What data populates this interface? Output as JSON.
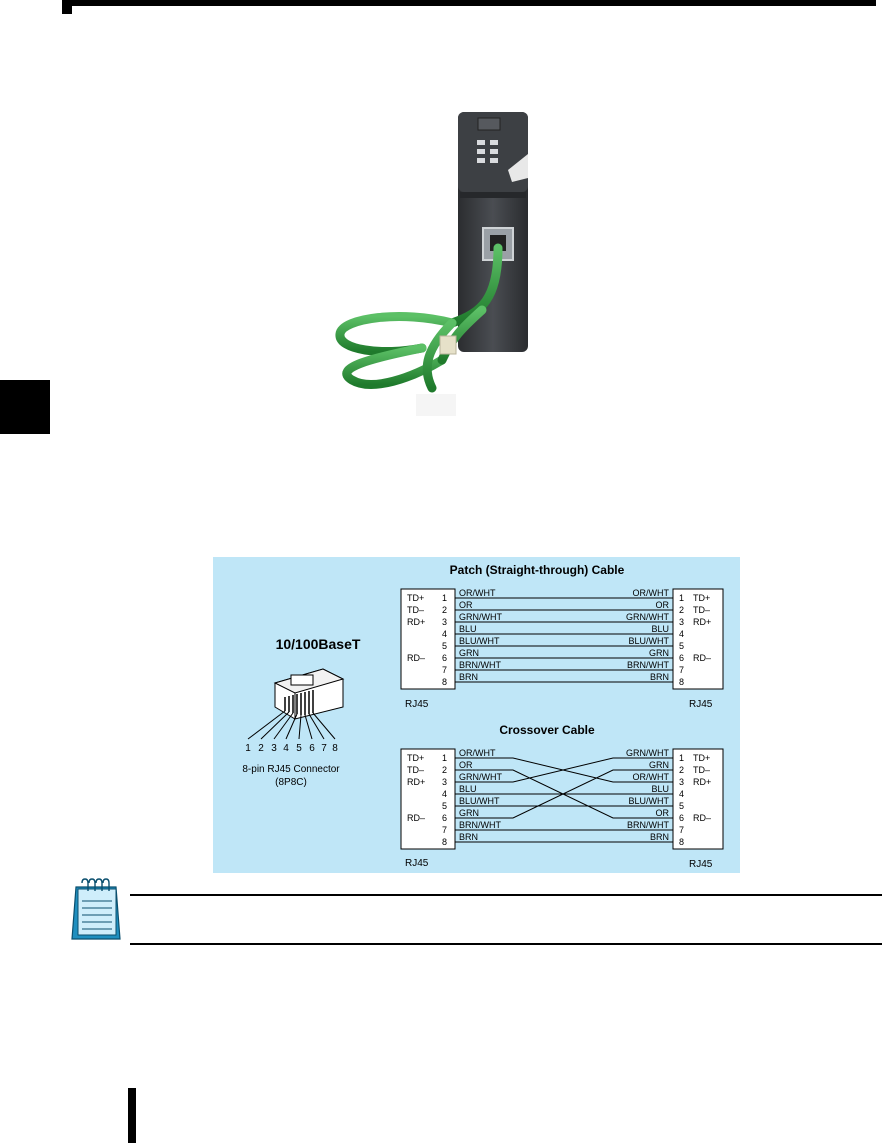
{
  "diagram": {
    "connector_title": "10/100BaseT",
    "connector_pins": [
      "1",
      "2",
      "3",
      "4",
      "5",
      "6",
      "7",
      "8"
    ],
    "connector_caption_line1": "8-pin RJ45 Connector",
    "connector_caption_line2": "(8P8C)",
    "patch": {
      "title": "Patch (Straight-through) Cable",
      "left_label": "RJ45",
      "right_label": "RJ45",
      "pins": [
        {
          "num": "1",
          "signal": "TD+",
          "left_wire": "OR/WHT",
          "right_wire": "OR/WHT"
        },
        {
          "num": "2",
          "signal": "TD–",
          "left_wire": "OR",
          "right_wire": "OR"
        },
        {
          "num": "3",
          "signal": "RD+",
          "left_wire": "GRN/WHT",
          "right_wire": "GRN/WHT"
        },
        {
          "num": "4",
          "signal": "",
          "left_wire": "BLU",
          "right_wire": "BLU"
        },
        {
          "num": "5",
          "signal": "",
          "left_wire": "BLU/WHT",
          "right_wire": "BLU/WHT"
        },
        {
          "num": "6",
          "signal": "RD–",
          "left_wire": "GRN",
          "right_wire": "GRN"
        },
        {
          "num": "7",
          "signal": "",
          "left_wire": "BRN/WHT",
          "right_wire": "BRN/WHT"
        },
        {
          "num": "8",
          "signal": "",
          "left_wire": "BRN",
          "right_wire": "BRN"
        }
      ]
    },
    "crossover": {
      "title": "Crossover Cable",
      "left_label": "RJ45",
      "right_label": "RJ45",
      "pins": [
        {
          "num": "1",
          "signal": "TD+",
          "left_wire": "OR/WHT",
          "right_signal": "TD+",
          "right_wire": "GRN/WHT"
        },
        {
          "num": "2",
          "signal": "TD–",
          "left_wire": "OR",
          "right_signal": "TD–",
          "right_wire": "GRN"
        },
        {
          "num": "3",
          "signal": "RD+",
          "left_wire": "GRN/WHT",
          "right_signal": "RD+",
          "right_wire": "OR/WHT"
        },
        {
          "num": "4",
          "signal": "",
          "left_wire": "BLU",
          "right_signal": "",
          "right_wire": "BLU"
        },
        {
          "num": "5",
          "signal": "",
          "left_wire": "BLU/WHT",
          "right_signal": "",
          "right_wire": "BLU/WHT"
        },
        {
          "num": "6",
          "signal": "RD–",
          "left_wire": "GRN",
          "right_signal": "RD–",
          "right_wire": "OR"
        },
        {
          "num": "7",
          "signal": "",
          "left_wire": "BRN/WHT",
          "right_signal": "",
          "right_wire": "BRN/WHT"
        },
        {
          "num": "8",
          "signal": "",
          "left_wire": "BRN",
          "right_signal": "",
          "right_wire": "BRN"
        }
      ]
    }
  },
  "colors": {
    "diagram_background": "#bfe6f7",
    "cable_green": "#2e9a3e",
    "device_housing": "#3a3d40"
  }
}
